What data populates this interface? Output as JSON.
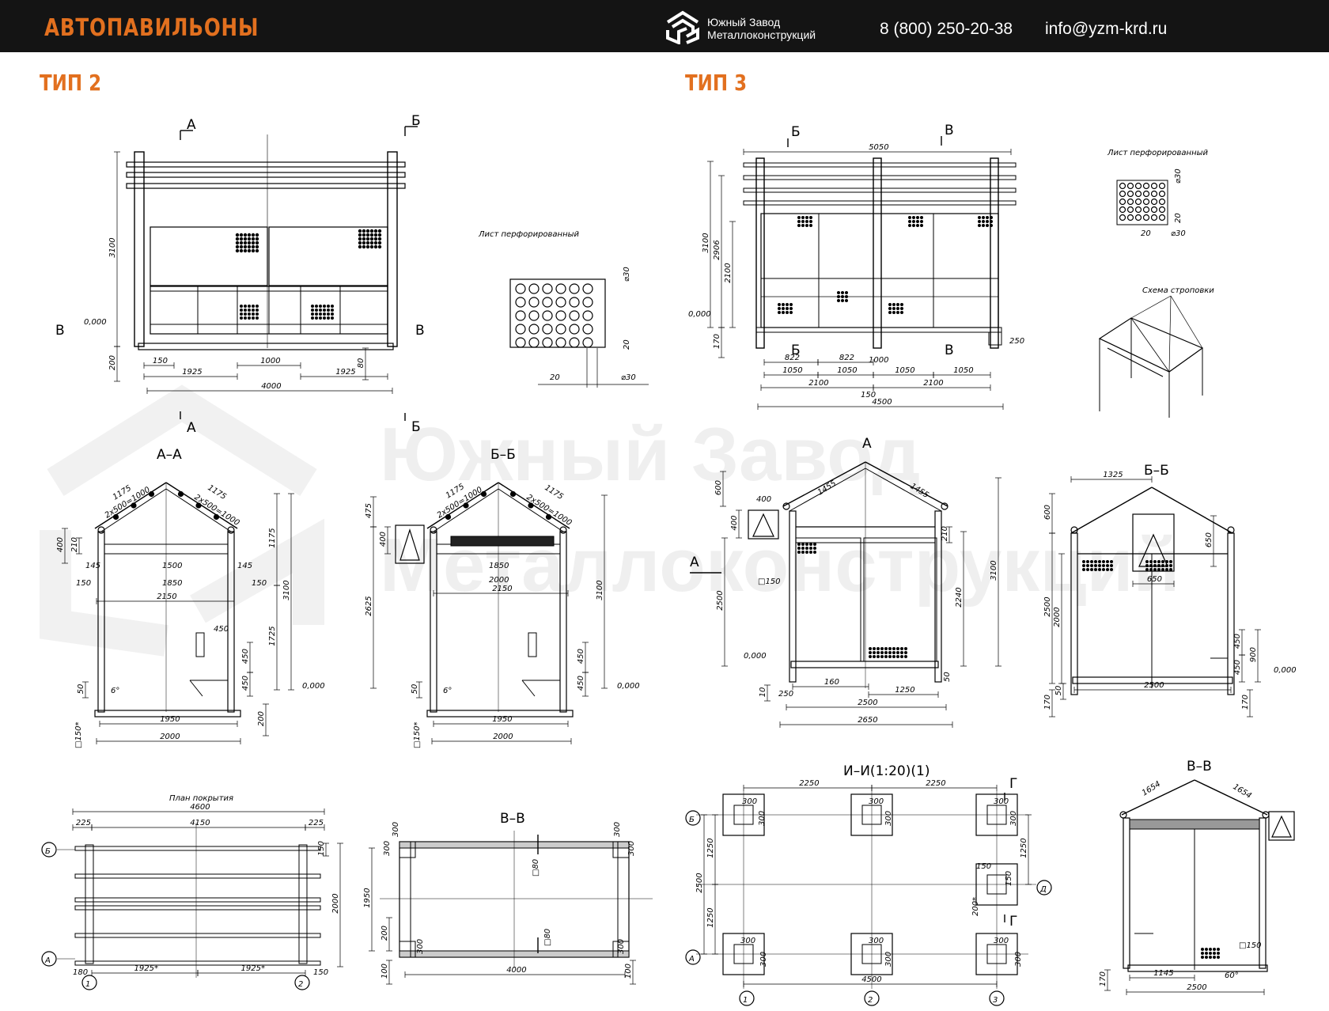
{
  "header": {
    "title": "АВТОПАВИЛЬОНЫ",
    "company_line1": "Южный Завод",
    "company_line2": "Металлоконструкций",
    "phone": "8 (800) 250-20-38",
    "email": "info@yzm-krd.ru",
    "accent_color": "#e2701f",
    "bar_color": "#141414"
  },
  "watermark": {
    "line1": "Южный Завод",
    "line2": "Металлоконструкций"
  },
  "type2": {
    "heading": "ТИП 2",
    "perforated_label": "Лист перфорированный",
    "perf_dims": [
      "⌀30",
      "20",
      "20",
      "⌀30"
    ],
    "front_dims": [
      "3100",
      "200",
      "0,000",
      "150",
      "1000",
      "1925",
      "1925",
      "80",
      "4000"
    ],
    "section_marks": [
      "А",
      "Б",
      "В",
      "В",
      "А",
      "Б"
    ],
    "aa_title": "А–А",
    "aa_dims": [
      "1175",
      "1175",
      "2х500=1000",
      "2х500=1000",
      "400",
      "210",
      "145",
      "1500",
      "145",
      "150",
      "1850",
      "150",
      "2150",
      "3100",
      "1175",
      "1725",
      "450",
      "450",
      "450",
      "6°",
      "50",
      "1950",
      "2000",
      "200",
      "0,000",
      "□150*"
    ],
    "bb_title": "Б–Б",
    "bb_dims": [
      "1175",
      "1175",
      "2х500=1000",
      "2х500=1000",
      "475",
      "400",
      "1850",
      "2000",
      "2150",
      "2625",
      "3100",
      "450",
      "450",
      "6°",
      "50",
      "1950",
      "2000",
      "0,000",
      "□150*"
    ],
    "roof_plan_title": "План покрытия",
    "roof_dims": [
      "4600",
      "225",
      "4150",
      "225",
      "150",
      "2000",
      "180",
      "1925*",
      "1925*",
      "150"
    ],
    "roof_axes": [
      "Б",
      "А",
      "1",
      "2"
    ],
    "vv_title": "В–В",
    "vv_dims": [
      "300",
      "300",
      "300",
      "300",
      "□80",
      "□80",
      "1950",
      "200",
      "300",
      "300",
      "100",
      "4000",
      "100"
    ]
  },
  "type3": {
    "heading": "ТИП 3",
    "perforated_label": "Лист перфорированный",
    "sling_label": "Схема строповки",
    "perf_dims": [
      "⌀30",
      "20",
      "20",
      "⌀30"
    ],
    "front_dims": [
      "5050",
      "3100",
      "2906",
      "2100",
      "0,000",
      "170",
      "822",
      "822",
      "1050",
      "1050",
      "1000",
      "1050",
      "1050",
      "2100",
      "2100",
      "150",
      "4500",
      "250"
    ],
    "section_marks": [
      "Б",
      "В",
      "Б",
      "В"
    ],
    "a_title": "А",
    "a_dims": [
      "1455",
      "1455",
      "600",
      "400",
      "400",
      "□150",
      "2500",
      "3100",
      "2240",
      "210",
      "0,000",
      "10",
      "160",
      "1250",
      "250",
      "2500",
      "2650",
      "50"
    ],
    "bb_title": "Б–Б",
    "bb_dims": [
      "1325",
      "600",
      "650",
      "650",
      "2500",
      "2000",
      "450",
      "900",
      "450",
      "0,000",
      "170",
      "50",
      "2500",
      "170"
    ],
    "ii_title": "И–И(1:20)(1)",
    "ii_dims": [
      "2250",
      "2250",
      "300",
      "300",
      "300",
      "300",
      "300",
      "300",
      "1250",
      "2500",
      "1250",
      "150",
      "150",
      "1250",
      "200*",
      "300",
      "300",
      "300",
      "300",
      "300",
      "300",
      "4500"
    ],
    "ii_axes": [
      "Б",
      "А",
      "1",
      "2",
      "3",
      "Д",
      "Г",
      "Г"
    ],
    "vv_title": "В–В",
    "vv_dims": [
      "1654",
      "1654",
      "170",
      "1145",
      "60°",
      "2500",
      "□150"
    ]
  }
}
